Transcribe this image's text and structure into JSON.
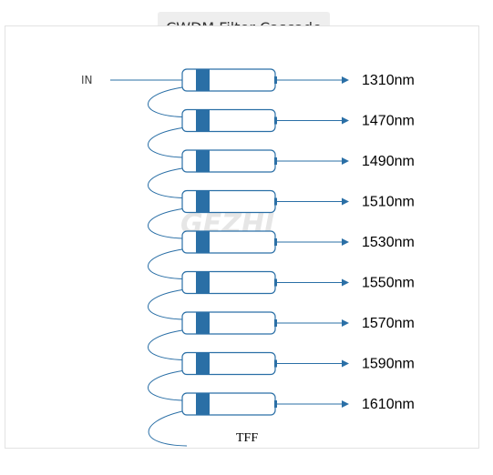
{
  "header": {
    "title": "CWDM Filter Cascade"
  },
  "diagram": {
    "input_label": "IN",
    "component_label": "TFF",
    "watermark_text": "GEZHI",
    "channels": [
      "1310nm",
      "1470nm",
      "1490nm",
      "1510nm",
      "1530nm",
      "1550nm",
      "1570nm",
      "1590nm",
      "1610nm"
    ],
    "colors": {
      "line": "#2a6fa6",
      "filter_block": "#2a6fa6",
      "title_bg": "#eeeeee"
    }
  }
}
